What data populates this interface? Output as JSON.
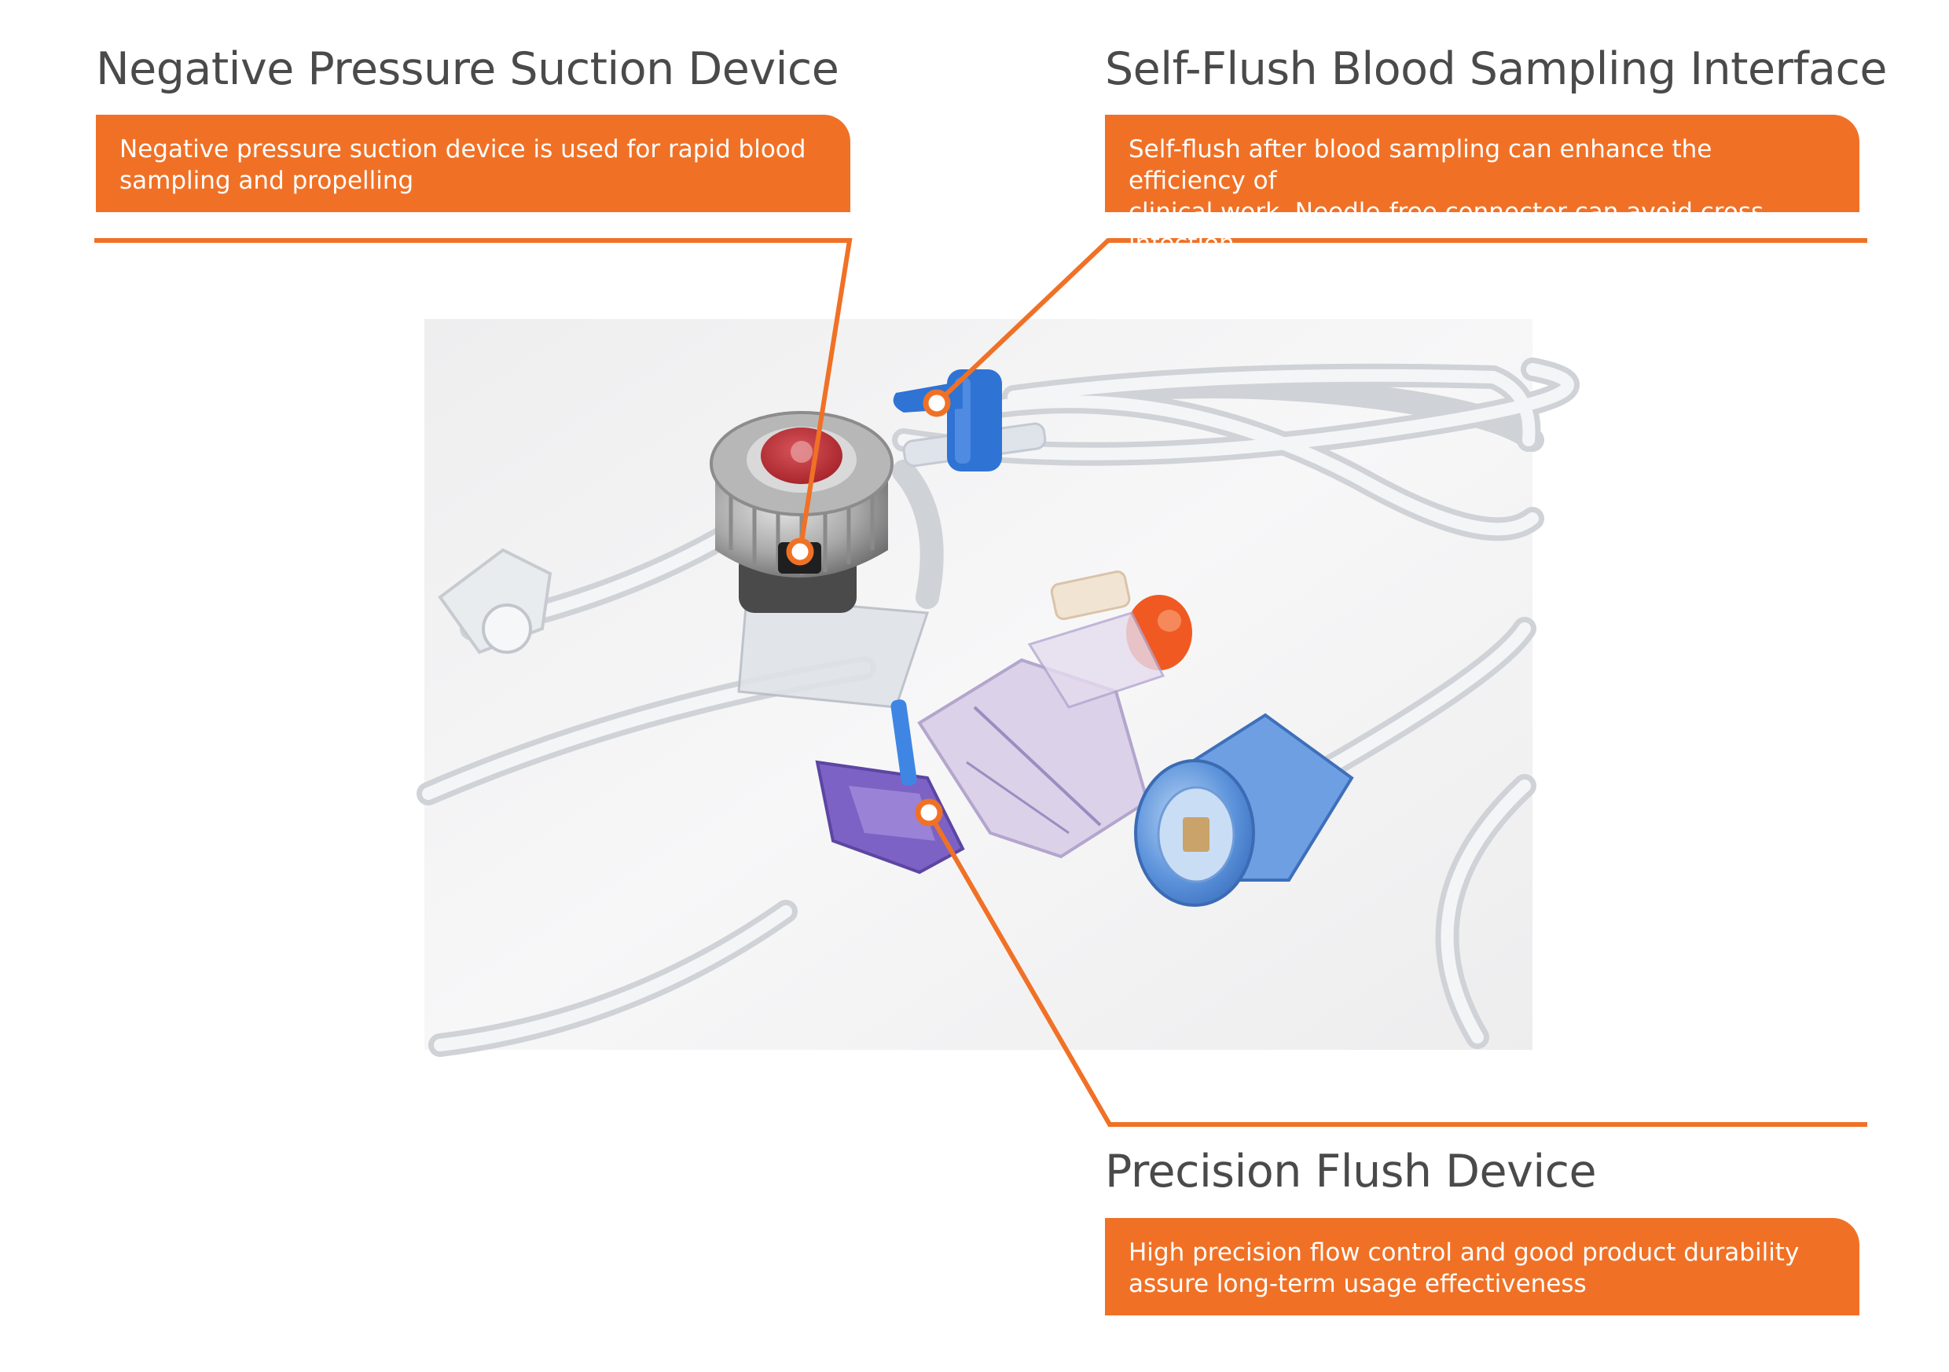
{
  "callouts": {
    "negative_pressure": {
      "title": "Negative Pressure Suction Device",
      "lines": [
        "Negative pressure suction device is used for rapid blood",
        "sampling and propelling"
      ]
    },
    "self_flush": {
      "title": "Self-Flush Blood Sampling Interface",
      "lines": [
        "Self-flush after blood sampling can enhance the efficiency of",
        "clinical work. Needle-free connector can avoid cross infection"
      ]
    },
    "precision_flush": {
      "title": "Precision Flush Device",
      "lines": [
        "High precision flow control and good product durability",
        "assure long-term usage effectiveness"
      ]
    }
  },
  "colors": {
    "accent": "#f07126",
    "title_text": "#4a4a4a",
    "box_text": "#ffffff"
  }
}
